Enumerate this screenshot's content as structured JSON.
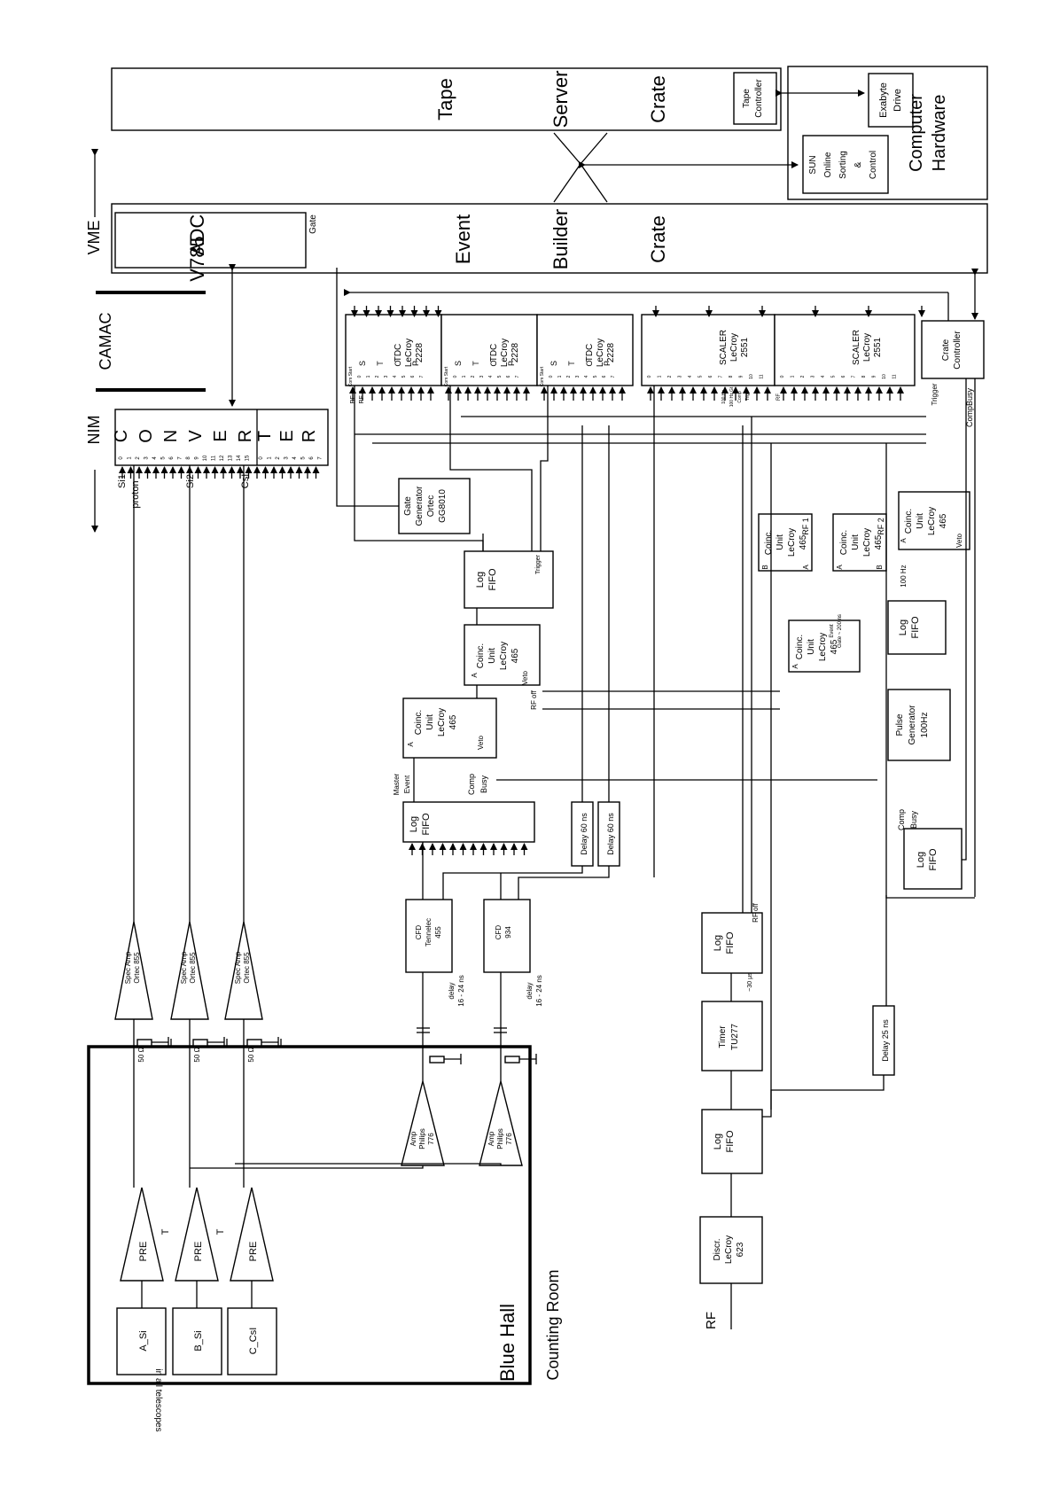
{
  "diagram": {
    "crates": {
      "tape_server": [
        "Tape",
        "Server",
        "Crate"
      ],
      "tape_controller": [
        "Tape",
        "Controller"
      ],
      "event_builder": [
        "Event",
        "Builder",
        "Crate"
      ]
    },
    "computer": {
      "label": [
        "Computer",
        "Hardware"
      ],
      "exabyte": [
        "Exabyte",
        "Drive"
      ],
      "sun": [
        "SUN",
        "Online",
        "Sorting",
        "&",
        "Control"
      ]
    },
    "standards": {
      "vme": "VME",
      "camac": "CAMAC",
      "nim": "NIM"
    },
    "adc": {
      "name": "ADC",
      "model": "V785",
      "gate": "Gate"
    },
    "converter": {
      "letters": [
        "C",
        "O",
        "N",
        "V",
        "E",
        "R",
        "T",
        "E",
        "R"
      ],
      "channels_a": [
        "0",
        "1",
        "2",
        "3",
        "4",
        "5",
        "6",
        "7",
        "8",
        "9",
        "10",
        "11",
        "12",
        "13",
        "14",
        "15"
      ],
      "channels_b": [
        "0",
        "1",
        "2",
        "3",
        "4",
        "5",
        "6",
        "7"
      ]
    },
    "signals": {
      "si1": "Si1",
      "proton": "proton",
      "si2": "Si2",
      "csi": "CsI"
    },
    "tdc": {
      "title": [
        "TDC",
        "LeCroy",
        "2228"
      ],
      "channels": [
        "Com Start",
        "0",
        "1",
        "2",
        "3",
        "4",
        "5",
        "6",
        "7"
      ],
      "letters": [
        "S",
        "T",
        "O",
        "P"
      ]
    },
    "tdc_inputs": {
      "rf1": "RF 1",
      "rf2": "RF 2"
    },
    "scaler": {
      "title": [
        "SCALER",
        "LeCroy",
        "2551"
      ],
      "channels": [
        "0",
        "1",
        "2",
        "3",
        "4",
        "5",
        "6",
        "7",
        "8",
        "9",
        "10",
        "11"
      ],
      "inputs_a": [
        "100 Hz",
        "100 Hz Gt",
        "Comp",
        "Trig"
      ],
      "inputs_b": "RF"
    },
    "crate_controller": [
      "Crate",
      "Controller"
    ],
    "trigger": "Trigger",
    "comp_busy": "CompBusy",
    "gate_generator": [
      "Gate",
      "Generator",
      "Ortec",
      "GG8010"
    ],
    "log_fifo": [
      "Log",
      "FIFO"
    ],
    "coinc": [
      "Coinc.",
      "Unit",
      "LeCroy",
      "465"
    ],
    "pins": {
      "a": "A",
      "b": "B",
      "veto": "Veto",
      "rf_off": "RF off",
      "master_event": [
        "Master",
        "Event"
      ],
      "comp_busy": [
        "Comp",
        "Busy"
      ],
      "rf1": "RF 1",
      "rf2": "RF 2",
      "event_gate": [
        "Event",
        "Gate ~ 200 ns"
      ],
      "hz100": "100 Hz",
      "trigger": "Trigger"
    },
    "pulse_generator": [
      "Pulse",
      "Generator",
      "100Hz"
    ],
    "delays": {
      "d60a": "Delay 60 ns",
      "d60b": "Delay 60 ns",
      "d25": "Delay 25 ns"
    },
    "cfds": [
      [
        "CFD",
        "Tennelec",
        "455"
      ],
      [
        "CFD",
        "934"
      ]
    ],
    "cfd_delay": [
      "delay",
      "16 - 24 ns"
    ],
    "spec_amp": [
      "Spec Amp",
      "Ortec 855"
    ],
    "ohm": "50 Ω",
    "amp_philips": [
      "Amp",
      "Philips",
      "776"
    ],
    "pre": "PRE",
    "tee": "T",
    "detectors": [
      "A_Si",
      "B_Si",
      "C_CsI"
    ],
    "telescopes_note": "in all telescopes",
    "blue_hall": "Blue Hall",
    "counting_room": "Counting Room",
    "rf_chain": {
      "rf": "RF",
      "discr": [
        "Discr.",
        "LeCroy",
        "623"
      ],
      "timer": [
        "Timer",
        "TU277"
      ],
      "pulse_width": "~30 μs",
      "rf_off": "RF off"
    }
  }
}
